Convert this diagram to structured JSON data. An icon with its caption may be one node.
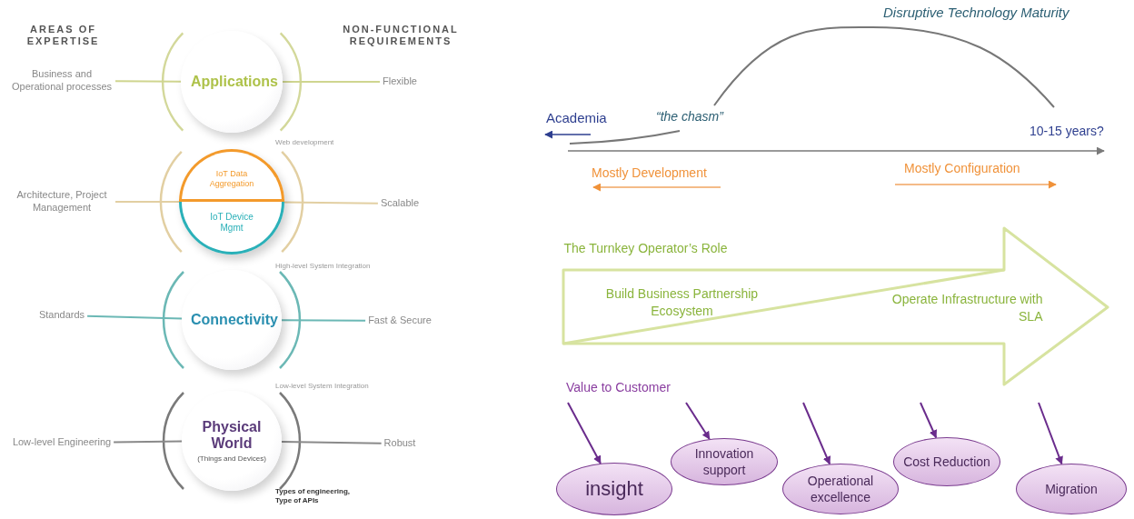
{
  "diagram": {
    "nodes": [
      {
        "text": [
          "Applications"
        ]
      },
      {
        "text": [],
        "shape": "circle"
      },
      {
        "text": [
          "IoT Data Aggregation"
        ],
        "in": 1
      },
      {
        "text": [
          "IoT Device Mgmt"
        ],
        "in": 1
      },
      {
        "text": [
          "Connectivity"
        ]
      },
      {
        "text": [
          "Physical World",
          "(Things and Devices)"
        ]
      },
      {
        "text": [
          "Business and Operational processes"
        ]
      },
      {
        "text": [
          "Flexible"
        ]
      },
      {
        "text": [
          "Architecture, Project Management"
        ]
      },
      {
        "text": [
          "Scalable"
        ]
      },
      {
        "text": [
          "Standards"
        ]
      },
      {
        "text": [
          "Fast & Secure"
        ]
      },
      {
        "text": [
          "Low-level Engineering"
        ]
      },
      {
        "text": [
          "Robust"
        ]
      },
      {
        "text": [
          "The Turnkey Operator’s Role",
          "Build Business Partnership Ecosystem",
          "Operate Infrastructure with SLA"
        ]
      },
      {
        "text": [
          "insight"
        ]
      },
      {
        "text": [
          "Innovation support"
        ]
      },
      {
        "text": [
          "Operational excellence"
        ]
      },
      {
        "text": [
          "Cost Reduction"
        ]
      },
      {
        "text": [
          "Migration"
        ]
      }
    ],
    "edges": [
      {
        "from": 6,
        "to": 0,
        "arrow": "none",
        "color": "#cfd58f"
      },
      {
        "from": 0,
        "to": 7,
        "arrow": "none",
        "color": "#cfd58f"
      },
      {
        "from": 8,
        "to": 1,
        "arrow": "none",
        "color": "#e2cfa2"
      },
      {
        "from": 1,
        "to": 9,
        "arrow": "none",
        "color": "#e2cfa2"
      },
      {
        "from": 10,
        "to": 4,
        "arrow": "none",
        "color": "#6bb8b5"
      },
      {
        "from": 4,
        "to": 11,
        "arrow": "none",
        "color": "#6bb8b5"
      },
      {
        "from": 12,
        "to": 5,
        "arrow": "none",
        "color": "#8a8a8a"
      },
      {
        "from": 5,
        "to": 13,
        "arrow": "none",
        "color": "#8a8a8a"
      },
      {
        "from": null,
        "to": 15,
        "arrow": "to",
        "color": "#6a2c8c"
      },
      {
        "from": null,
        "to": 16,
        "arrow": "to",
        "color": "#6a2c8c"
      },
      {
        "from": null,
        "to": 17,
        "arrow": "to",
        "color": "#6a2c8c"
      },
      {
        "from": null,
        "to": 18,
        "arrow": "to",
        "color": "#6a2c8c"
      },
      {
        "from": null,
        "to": 19,
        "arrow": "to",
        "color": "#6a2c8c"
      }
    ],
    "labels": [
      "AREAS OF EXPERTISE",
      "NON-FUNCTIONAL REQUIREMENTS",
      "Web development",
      "High-level System Integration",
      "Low-level System Integration",
      "Types of engineering, Type of APIs",
      "Disruptive Technology Maturity",
      "Academia",
      "“the chasm”",
      "10-15 years?",
      "Mostly Development",
      "Mostly Configuration",
      "Value to Customer"
    ]
  }
}
